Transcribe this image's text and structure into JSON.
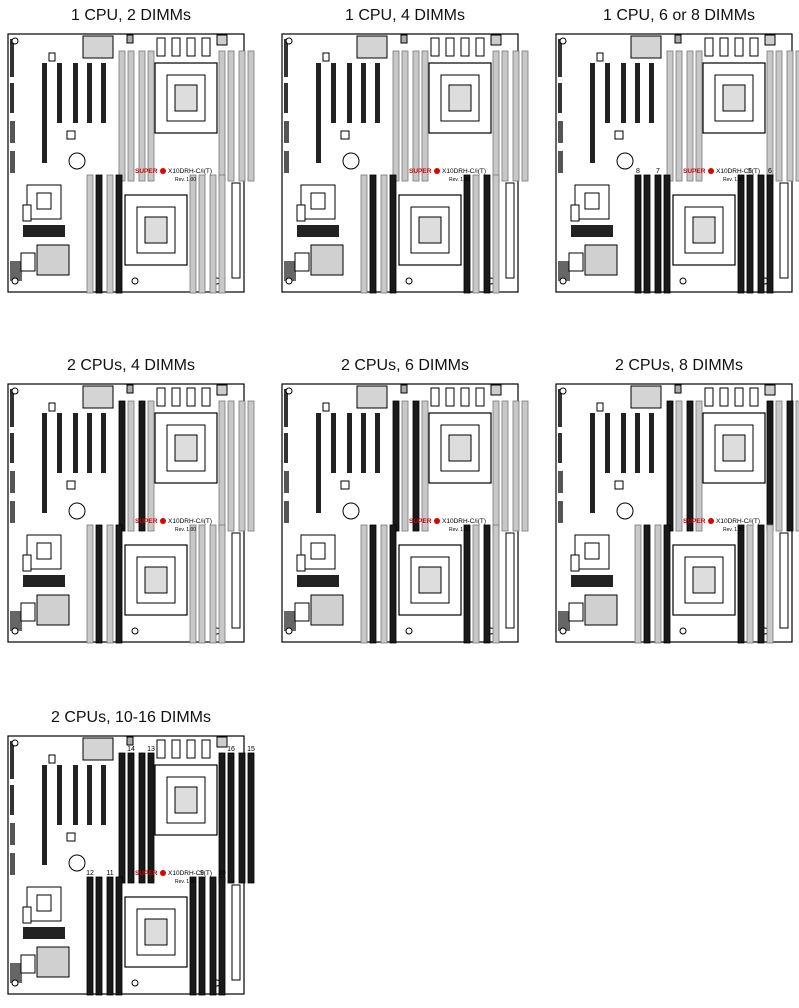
{
  "board": {
    "brand": "SUPER",
    "model": "X10DRH-C/i(T)",
    "revision": "Rev. 1.00"
  },
  "configs": [
    {
      "title": "1 CPU, 2 DIMMs",
      "filled": [
        "A1",
        "B1"
      ],
      "labels": []
    },
    {
      "title": "1 CPU, 4 DIMMs",
      "filled": [
        "A1",
        "B1",
        "C1",
        "D1"
      ],
      "labels": []
    },
    {
      "title": "1 CPU, 6 or 8 DIMMs",
      "filled": [
        "A1",
        "B1",
        "C1",
        "D1",
        "A2",
        "B2",
        "C2",
        "D2"
      ],
      "labels": [
        {
          "text": "7",
          "slot": "B2"
        },
        {
          "text": "8",
          "slot": "A2"
        },
        {
          "text": "6",
          "slot": "C2"
        },
        {
          "text": "5",
          "slot": "D2"
        }
      ]
    },
    {
      "title": "2 CPUs, 4 DIMMs",
      "filled": [
        "A1",
        "B1",
        "E1",
        "F1"
      ],
      "labels": []
    },
    {
      "title": "2 CPUs, 6 DIMMs",
      "filled": [
        "A1",
        "B1",
        "C1",
        "D1",
        "E1",
        "F1"
      ],
      "labels": []
    },
    {
      "title": "2 CPUs, 8 DIMMs",
      "filled": [
        "A1",
        "B1",
        "C1",
        "D1",
        "E1",
        "F1",
        "G1",
        "H1"
      ],
      "labels": []
    },
    {
      "title": "2 CPUs, 10-16 DIMMs",
      "filled": [
        "A1",
        "B1",
        "C1",
        "D1",
        "E1",
        "F1",
        "G1",
        "H1",
        "A2",
        "B2",
        "C2",
        "D2",
        "E2",
        "F2",
        "G2",
        "H2"
      ],
      "labels": [
        {
          "text": "11",
          "slot": "B2"
        },
        {
          "text": "12",
          "slot": "A2"
        },
        {
          "text": "10",
          "slot": "C2"
        },
        {
          "text": "9",
          "slot": "D2"
        },
        {
          "text": "13",
          "slot": "F2"
        },
        {
          "text": "14",
          "slot": "E2"
        },
        {
          "text": "16",
          "slot": "G2"
        },
        {
          "text": "15",
          "slot": "H2"
        }
      ]
    }
  ]
}
